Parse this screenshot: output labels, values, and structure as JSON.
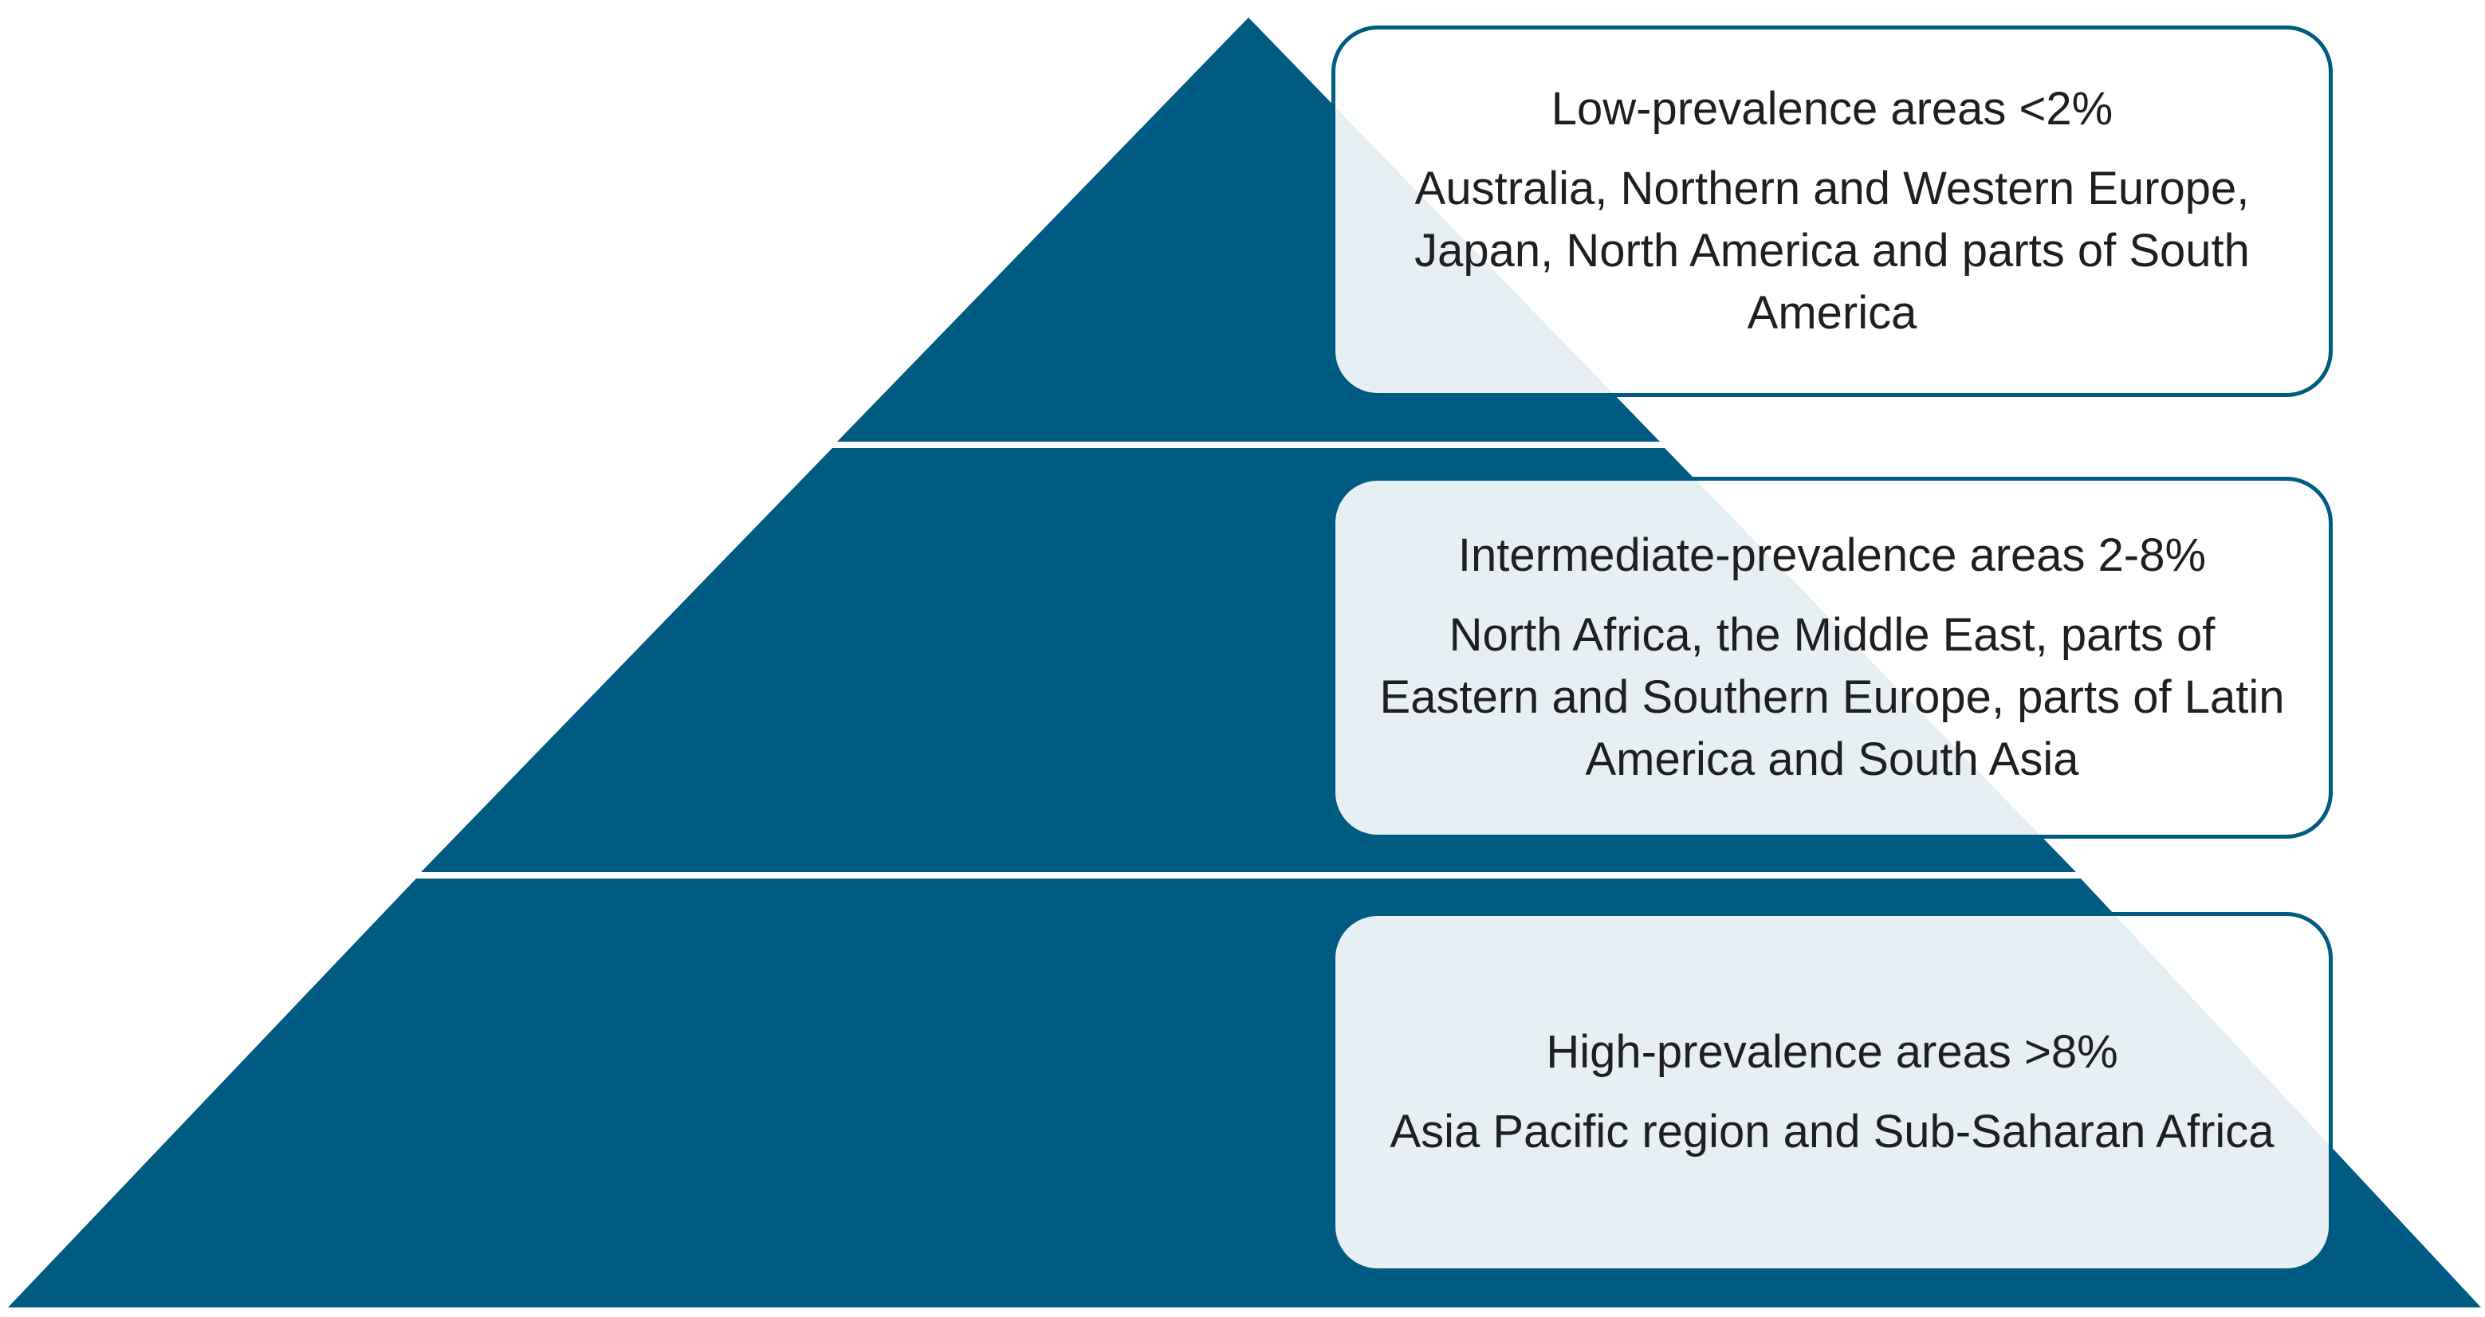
{
  "colors": {
    "pyramid_fill": "#005b82",
    "box_border": "#005b82",
    "box_fill": "#ffffff",
    "divider": "#ffffff",
    "text": "#1f1f1f"
  },
  "tiers": [
    {
      "heading": "Low-prevalence areas <2%",
      "regions": "Australia, Northern and Western Europe, Japan, North America and parts of South America"
    },
    {
      "heading": "Intermediate-prevalence areas 2-8%",
      "regions": "North Africa, the Middle East, parts of Eastern and Southern Europe, parts of Latin America and South Asia"
    },
    {
      "heading": "High-prevalence areas >8%",
      "regions": "Asia Pacific region and Sub-Saharan Africa"
    }
  ]
}
